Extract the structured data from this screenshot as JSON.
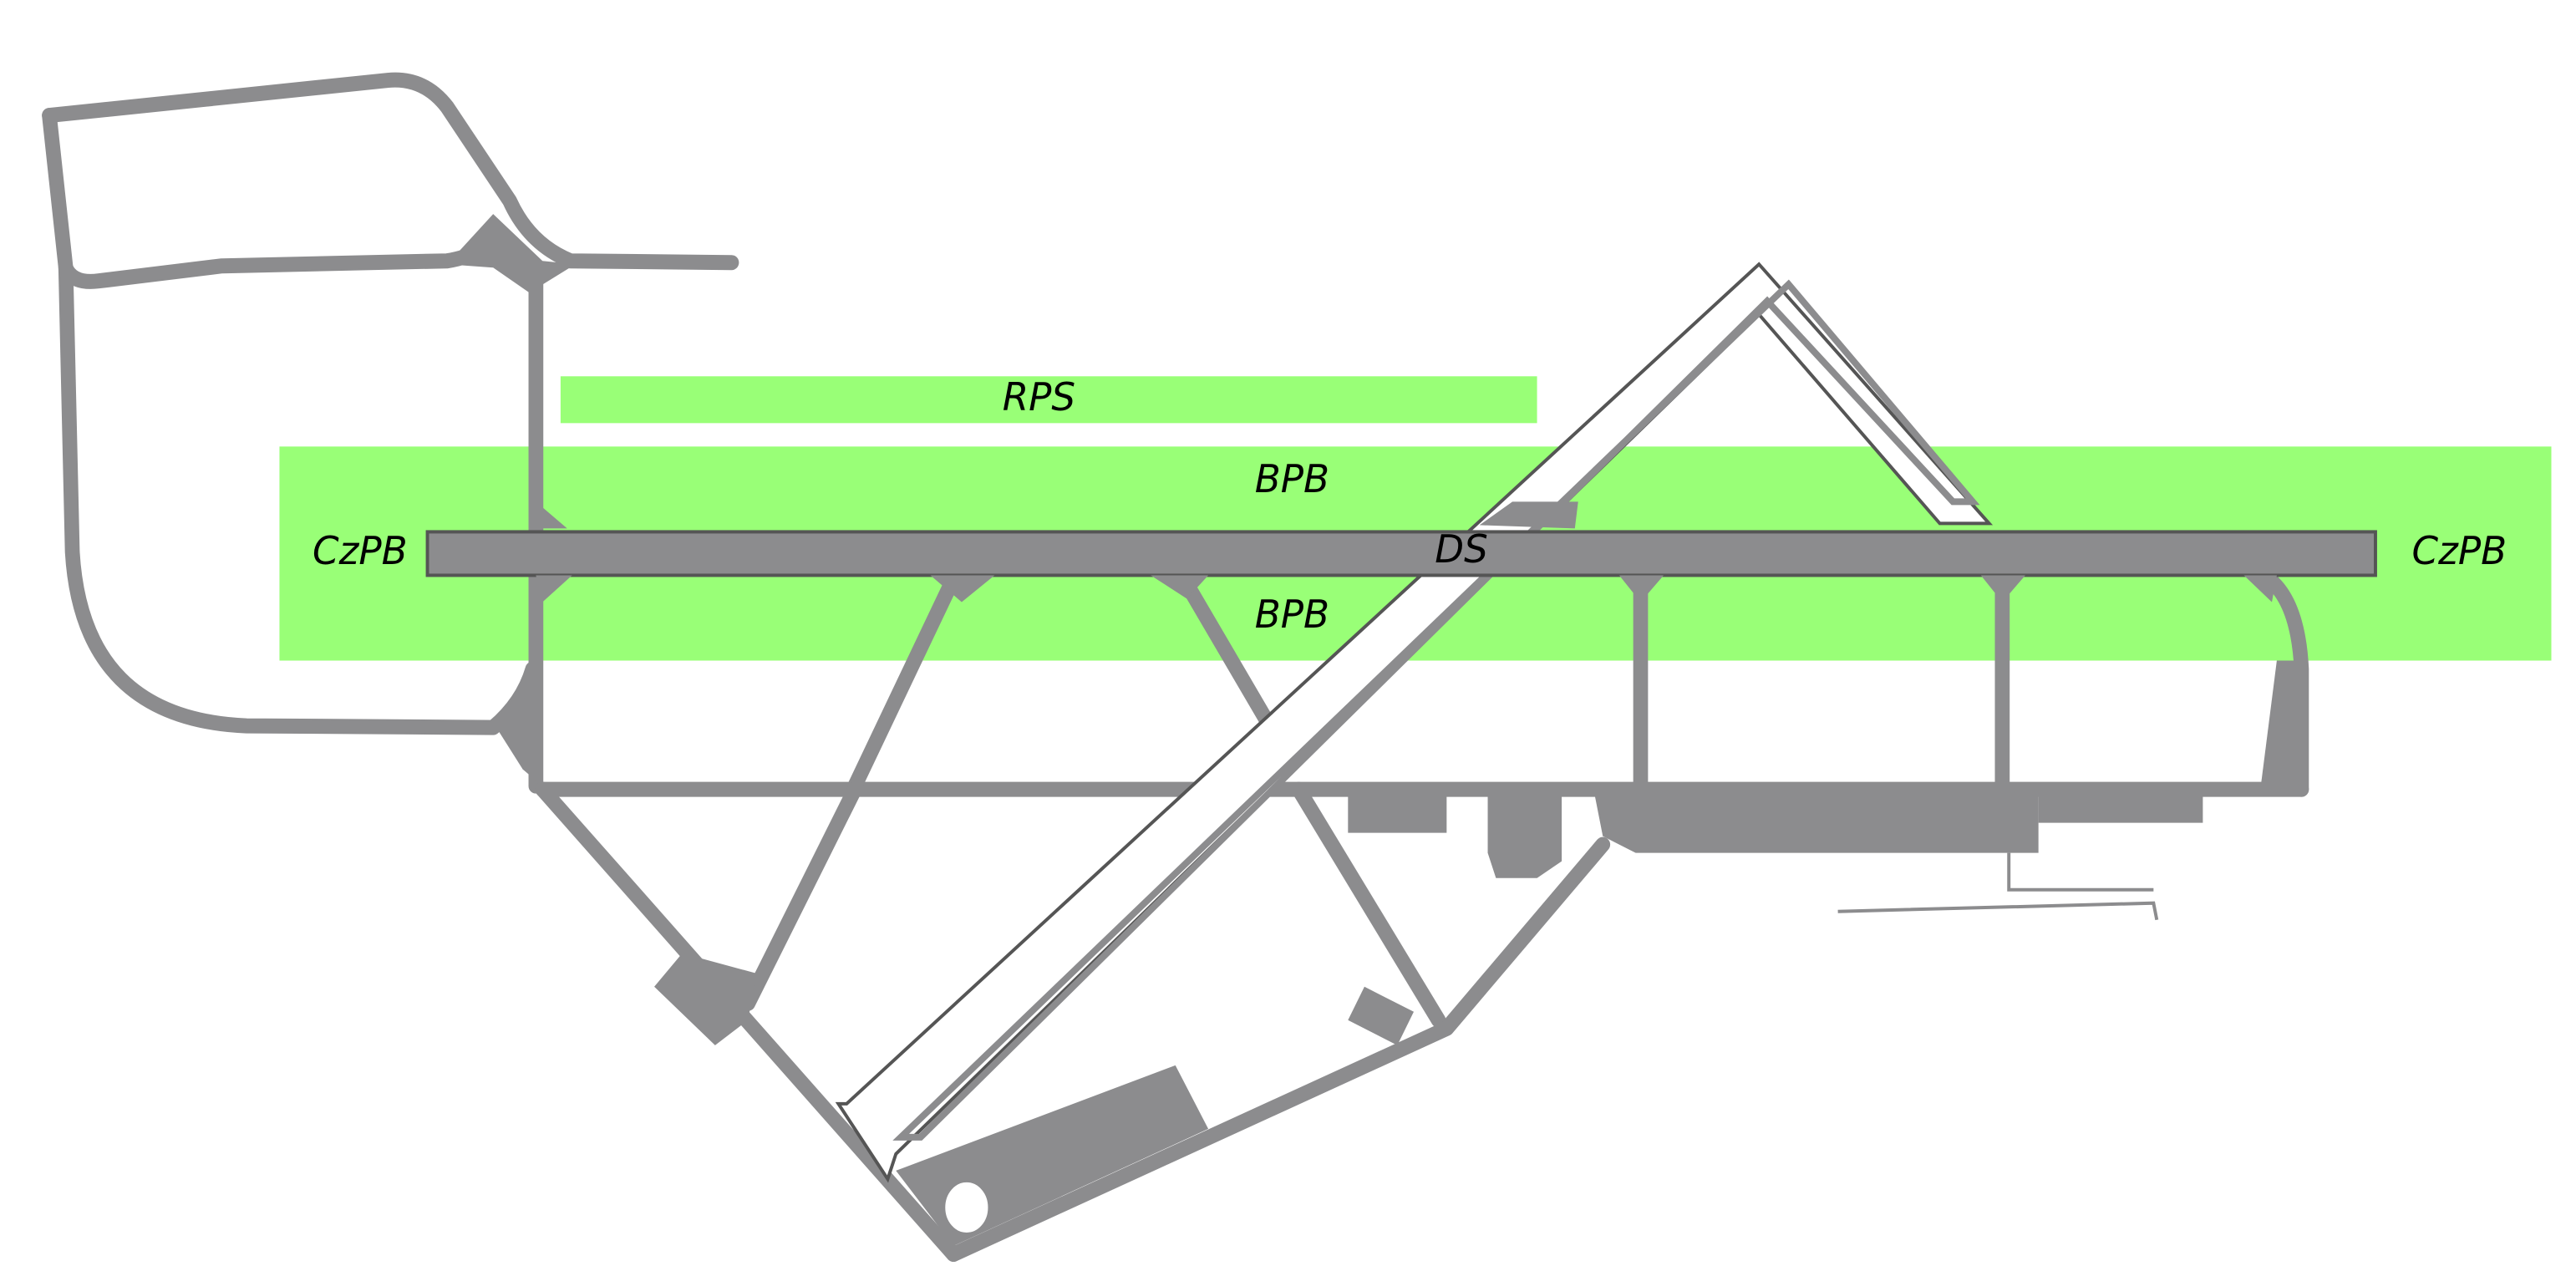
{
  "labels": {
    "rps": "RPS",
    "bpb_north": "BPB",
    "bpb_south": "BPB",
    "runway": "DS",
    "czpb_west": "CzPB",
    "czpb_east": "CzPB"
  },
  "colors": {
    "background": "#ffffff",
    "safety_zone": "#99ff77",
    "pavement": "#8c8c8e",
    "pavement_edge": "#555555",
    "text": "#000000"
  }
}
